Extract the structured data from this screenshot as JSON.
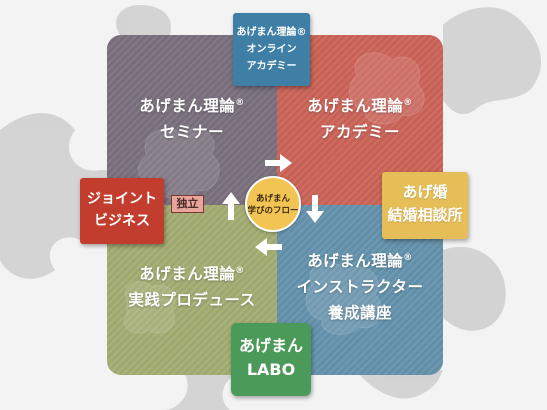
{
  "colors": {
    "seminar": "#7b717e",
    "academy": "#cc6459",
    "produce": "#a4ad73",
    "instructor": "#6593ad",
    "online_academy": "#3f7fa6",
    "joint_business": "#c23d2e",
    "marriage_office": "#e6be58",
    "labo": "#4c9a59",
    "flow_center": "#f2c453"
  },
  "quadrants": {
    "top_left": {
      "line1": "あげまん理論",
      "mark": "®",
      "line2": "セミナー"
    },
    "top_right": {
      "line1": "あげまん理論",
      "mark": "®",
      "line2": "アカデミー"
    },
    "bottom_left": {
      "line1": "あげまん理論",
      "mark": "®",
      "line2": "実践プロデュース"
    },
    "bottom_right": {
      "line1": "あげまん理論",
      "mark": "®",
      "line2": "インストラクター",
      "line3": "養成講座"
    }
  },
  "boxes": {
    "online": {
      "line1": "あげまん理論®",
      "line2": "オンライン",
      "line3": "アカデミー"
    },
    "joint": {
      "line1": "ジョイント",
      "line2": "ビジネス"
    },
    "marriage": {
      "line1": "あげ婚",
      "line2": "結婚相談所"
    },
    "labo": {
      "line1": "あげまん",
      "line2": "LABO"
    }
  },
  "tag_label": "独立",
  "center": {
    "line1": "あげまん",
    "line2": "学びのフロー"
  },
  "icons": {
    "arrows": [
      "arrow-right-icon",
      "arrow-down-icon",
      "arrow-left-icon",
      "arrow-up-icon"
    ]
  }
}
